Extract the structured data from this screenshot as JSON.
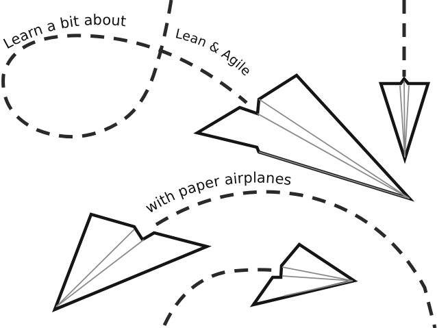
{
  "poster": {
    "line1": "Learn a  bit about",
    "line2": "Lean & Agile",
    "line3": "with paper  airplanes"
  },
  "colors": {
    "background": "#ffffff",
    "ink": "#151515",
    "dash": "#2a2a2a",
    "fold": "#8a8a8a"
  },
  "icons": [
    "paper-airplane-large",
    "paper-airplane-down",
    "paper-airplane-left",
    "paper-airplane-small",
    "dashed-flight-path"
  ]
}
